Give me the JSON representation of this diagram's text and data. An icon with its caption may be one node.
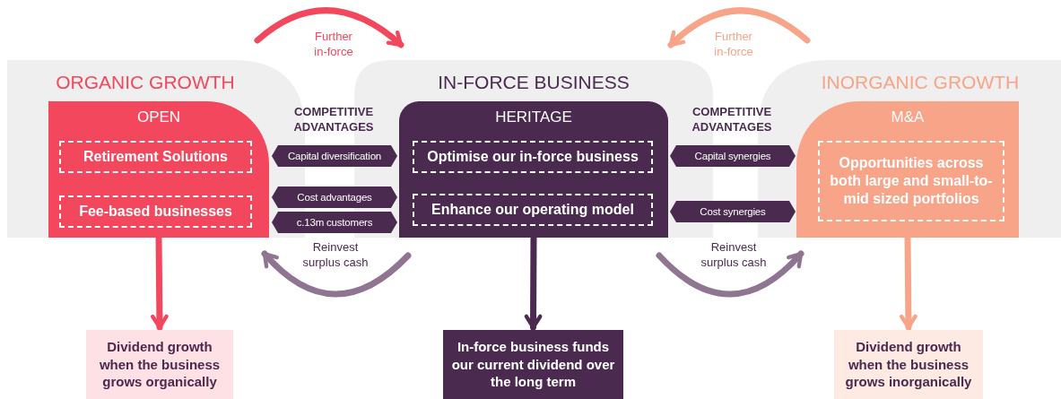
{
  "diagram": {
    "nodes": [
      {
        "text": [
          "OPEN"
        ]
      },
      {
        "text": [
          "Retirement Solutions"
        ],
        "in": 0
      },
      {
        "text": [
          "Fee-based businesses"
        ],
        "in": 0
      },
      {
        "text": [
          "HERITAGE"
        ]
      },
      {
        "text": [
          "Optimise our in-force business"
        ],
        "in": 3
      },
      {
        "text": [
          "Enhance our operating model"
        ],
        "in": 3
      },
      {
        "text": [
          "M&A"
        ]
      },
      {
        "text": [
          "Opportunities across both large and small-to-mid sized portfolios"
        ],
        "in": 6
      },
      {
        "text": [
          "Capital diversification"
        ]
      },
      {
        "text": [
          "Cost advantages"
        ]
      },
      {
        "text": [
          "c.13m customers"
        ]
      },
      {
        "text": [
          "Capital synergies"
        ]
      },
      {
        "text": [
          "Cost synergies"
        ]
      },
      {
        "text": [
          "Dividend growth when the business grows organically"
        ]
      },
      {
        "text": [
          "In-force business funds our current dividend over the long term"
        ]
      },
      {
        "text": [
          "Dividend growth when the business grows inorganically"
        ]
      }
    ],
    "edges": [
      {
        "from": 0,
        "to": 13,
        "arrow": "to",
        "color": "#f2475c"
      },
      {
        "from": 3,
        "to": 14,
        "arrow": "to",
        "color": "#4a2a4f"
      },
      {
        "from": 6,
        "to": 15,
        "arrow": "to",
        "color": "#f7a488"
      },
      {
        "from": 0,
        "to": 3,
        "label": "Further in-force",
        "arrow": "to",
        "color": "#f2475c"
      },
      {
        "from": 6,
        "to": 3,
        "label": "Further in-force",
        "arrow": "to",
        "color": "#f7a488"
      },
      {
        "from": 3,
        "to": 0,
        "label": "Reinvest surplus cash",
        "arrow": "to",
        "color": "#8f7592"
      },
      {
        "from": 3,
        "to": 6,
        "label": "Reinvest surplus cash",
        "arrow": "to",
        "color": "#8f7592"
      }
    ],
    "labels": [
      "ORGANIC GROWTH",
      "IN-FORCE BUSINESS",
      "INORGANIC GROWTH",
      "COMPETITIVE ADVANTAGES",
      "COMPETITIVE ADVANTAGES"
    ]
  }
}
